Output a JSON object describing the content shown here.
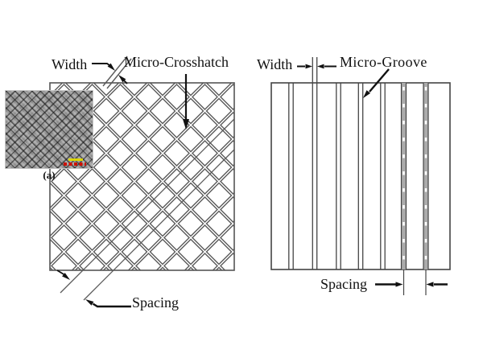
{
  "figure": {
    "description": "Schematic of two laser surface texture patterns with dimension annotations",
    "left_panel": {
      "width_label": "Width",
      "pattern_label": "Micro-Crosshatch",
      "spacing_label": "Spacing",
      "inset_caption": "(a)"
    },
    "right_panel": {
      "width_label": "Width",
      "pattern_label": "Micro-Groove",
      "spacing_label": "Spacing"
    },
    "colors": {
      "outline": "#444444",
      "pattern_line": "#5a5a5a",
      "annotation": "#111111",
      "groove_fill": "#ababab",
      "scalebar_yellow": "#ddd600",
      "scalebar_red": "#cc1100",
      "background": "#ffffff"
    }
  }
}
